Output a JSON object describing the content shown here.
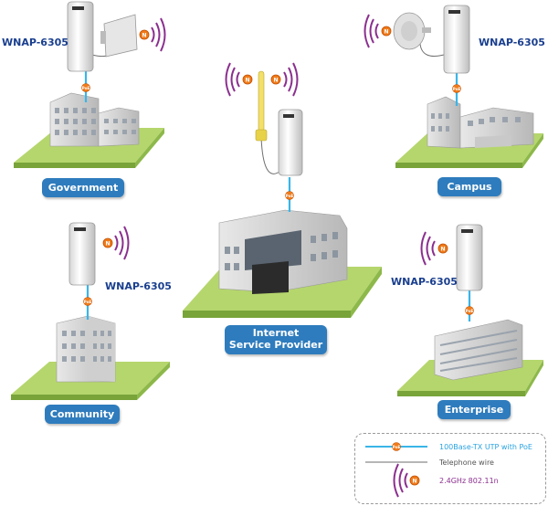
{
  "sites": {
    "government": "Government",
    "campus": "Campus",
    "community": "Community",
    "enterprise": "Enterprise",
    "isp_line1": "Internet",
    "isp_line2": "Service Provider"
  },
  "device": {
    "model_top_left": "WNAP-6305",
    "model_top_right": "WNAP-6305",
    "model_mid_left": "WNAP-6305",
    "model_mid_right": "WNAP-6305"
  },
  "legend": {
    "utp_poe": "100Base-TX UTP with PoE",
    "telephone": "Telephone wire",
    "wireless": "2.4GHz 802.11n"
  },
  "colors": {
    "label_blue": "#2e7cbd",
    "model_text": "#1a3f8f",
    "cable_cyan": "#3ab5e8",
    "poe_orange": "#f07b1a",
    "wave_purple": "#8b2f8f",
    "lawn_green": "#b5d66d",
    "lawn_edge": "#78a43a",
    "legend_cyan": "#2aa3e0",
    "legend_purple": "#8b2f8f"
  }
}
